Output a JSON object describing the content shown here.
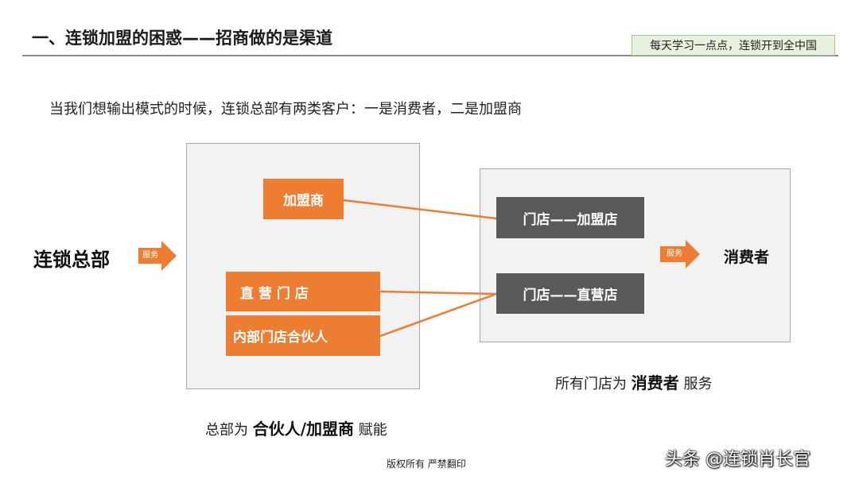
{
  "header": {
    "title": "一、连锁加盟的困惑——招商做的是渠道",
    "tagline": "每天学习一点点，连锁开到全中国"
  },
  "intro": "当我们想输出模式的时候，连锁总部有两类客户：一是消费者，二是加盟商",
  "diagram": {
    "hq_label": "连锁总部",
    "service_label_left": "服务",
    "service_label_right": "服务",
    "left_boxes": {
      "franchisee": "加盟商",
      "direct_store": "直 营 门 店",
      "internal_partner": "内部门店合伙人"
    },
    "right_boxes": {
      "store_franchise": "门店——加盟店",
      "store_direct": "门店——直营店"
    },
    "consumer_label": "消费者",
    "left_caption": {
      "prefix": "总部为 ",
      "bold": "合伙人/加盟商",
      "suffix": " 赋能"
    },
    "right_caption": {
      "prefix": "所有门店为 ",
      "bold": "消费者",
      "suffix": " 服务"
    },
    "colors": {
      "orange": "#ed7d31",
      "dark_gray": "#595959",
      "panel": "#f2f2f2"
    }
  },
  "footer": "版权所有  严禁翻印",
  "watermark": "头条 @连锁肖长官"
}
